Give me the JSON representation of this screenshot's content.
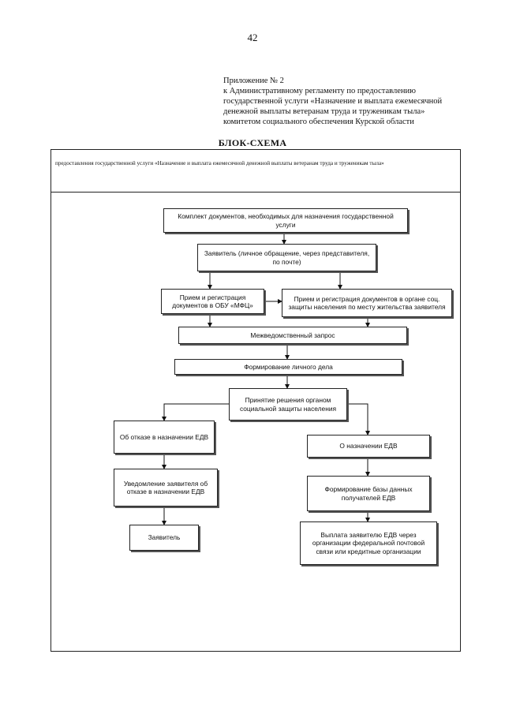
{
  "page_number": "42",
  "appendix": {
    "lines": [
      "Приложение № 2",
      "к  Административному  регламенту по предоставлению",
      "государственной услуги «Назначение и выплата ежемесячной",
      "денежной выплаты ветеранам труда и труженикам тыла»",
      "комитетом социального обеспечения  Курской области"
    ]
  },
  "scheme": {
    "title": "БЛОК-СХЕМА",
    "subtitle": "предоставления государственной услуги  «Назначение и выплата ежемесячной денежной выплаты ветеранам труда и труженикам тыла»"
  },
  "boxes": {
    "documents_kit": "Комплект документов, необходимых для назначения государственной услуги",
    "applicant_request": "Заявитель (личное обращение, через представителя, по почте)",
    "reception_mfc": "Прием и регистрация документов в ОБУ «МФЦ»",
    "reception_social": "Прием и регистрация документов в органе соц. защиты населения по месту жительства заявителя",
    "interagency_request": "Межведомственный запрос",
    "personal_file": "Формирование личного дела",
    "decision": "Принятие решения органом социальной защиты населения",
    "refusal": "Об отказе в назначении ЕДВ",
    "appointment": "О назначении ЕДВ",
    "refusal_notice": "Уведомление заявителя об отказе в назначении ЕДВ",
    "database": "Формирование базы данных получателей ЕДВ",
    "applicant_final": "Заявитель",
    "payment": "Выплата заявителю ЕДВ через организации федеральной почтовой связи или кредитные организации"
  }
}
